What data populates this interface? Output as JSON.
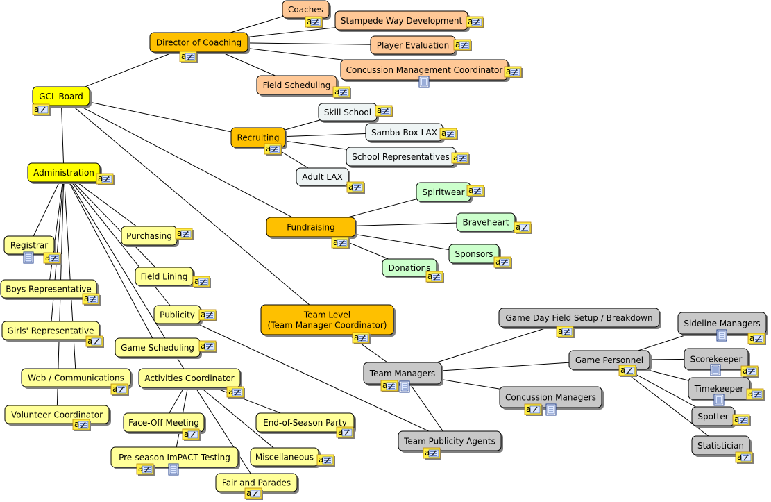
{
  "colors": {
    "line": "#000000",
    "shadow": "#7f7f7f",
    "gold": "#fec000",
    "yellow": "#ffff00",
    "light_yellow": "#ffff99",
    "orange": "#ffc896",
    "pale_blue": "#eef4f4",
    "light_green": "#ccffcc",
    "gray": "#c8c8c8",
    "note_yellow": "#ffee44",
    "note_blue": "#dde8ff"
  },
  "nodes": [
    {
      "id": "gcl_board",
      "label": "GCL Board",
      "color": "yellow",
      "icons": [
        "note"
      ]
    },
    {
      "id": "director_coaching",
      "label": "Director of Coaching",
      "color": "gold",
      "icons": [
        "note"
      ]
    },
    {
      "id": "coaches",
      "label": "Coaches",
      "color": "orange",
      "icons": [
        "note"
      ]
    },
    {
      "id": "stampede",
      "label": "Stampede Way Development",
      "color": "orange",
      "icons": [
        "note"
      ]
    },
    {
      "id": "player_eval",
      "label": "Player Evaluation",
      "color": "orange",
      "icons": [
        "note"
      ]
    },
    {
      "id": "concussion_coord",
      "label": "Concussion Management Coordinator",
      "color": "orange",
      "icons": [
        "note",
        "doc"
      ]
    },
    {
      "id": "field_sched",
      "label": "Field Scheduling",
      "color": "orange",
      "icons": [
        "note"
      ]
    },
    {
      "id": "recruiting",
      "label": "Recruiting",
      "color": "gold",
      "icons": [
        "note"
      ]
    },
    {
      "id": "skill_school",
      "label": "Skill School",
      "color": "pale_blue",
      "icons": [
        "note"
      ]
    },
    {
      "id": "samba",
      "label": "Samba Box LAX",
      "color": "pale_blue",
      "icons": [
        "note"
      ]
    },
    {
      "id": "school_reps",
      "label": "School Representatives",
      "color": "pale_blue",
      "icons": [
        "note"
      ]
    },
    {
      "id": "adult_lax",
      "label": "Adult LAX",
      "color": "pale_blue",
      "icons": [
        "note"
      ]
    },
    {
      "id": "administration",
      "label": "Administration",
      "color": "yellow",
      "icons": [
        "note"
      ]
    },
    {
      "id": "registrar",
      "label": "Registrar",
      "color": "light_yellow",
      "icons": [
        "doc",
        "note"
      ]
    },
    {
      "id": "boys_rep",
      "label": "Boys Representative",
      "color": "light_yellow",
      "icons": [
        "note"
      ]
    },
    {
      "id": "girls_rep",
      "label": "Girls' Representative",
      "color": "light_yellow",
      "icons": [
        "note"
      ]
    },
    {
      "id": "web_comm",
      "label": "Web / Communications",
      "color": "light_yellow",
      "icons": [
        "note"
      ]
    },
    {
      "id": "volunteer",
      "label": "Volunteer Coordinator",
      "color": "light_yellow",
      "icons": [
        "note"
      ]
    },
    {
      "id": "purchasing",
      "label": "Purchasing",
      "color": "light_yellow",
      "icons": [
        "note"
      ]
    },
    {
      "id": "field_lining",
      "label": "Field Lining",
      "color": "light_yellow",
      "icons": [
        "note"
      ]
    },
    {
      "id": "publicity",
      "label": "Publicity",
      "color": "light_yellow",
      "icons": [
        "note"
      ]
    },
    {
      "id": "game_sched",
      "label": "Game Scheduling",
      "color": "light_yellow",
      "icons": [
        "note"
      ]
    },
    {
      "id": "activities",
      "label": "Activities Coordinator",
      "color": "light_yellow",
      "icons": [
        "note"
      ]
    },
    {
      "id": "faceoff",
      "label": "Face-Off Meeting",
      "color": "light_yellow",
      "icons": [
        "note"
      ]
    },
    {
      "id": "preseason",
      "label": "Pre-season ImPACT Testing",
      "color": "light_yellow",
      "icons": [
        "note",
        "doc"
      ]
    },
    {
      "id": "fair",
      "label": "Fair and Parades",
      "color": "light_yellow",
      "icons": [
        "note"
      ]
    },
    {
      "id": "end_season",
      "label": "End-of-Season Party",
      "color": "light_yellow",
      "icons": [
        "note"
      ]
    },
    {
      "id": "misc",
      "label": "Miscellaneous",
      "color": "light_yellow",
      "icons": [
        "note"
      ]
    },
    {
      "id": "fundraising",
      "label": "Fundraising",
      "color": "gold",
      "icons": [
        "note"
      ]
    },
    {
      "id": "spiritwear",
      "label": "Spiritwear",
      "color": "light_green",
      "icons": [
        "note"
      ]
    },
    {
      "id": "braveheart",
      "label": "Braveheart",
      "color": "light_green",
      "icons": [
        "note"
      ]
    },
    {
      "id": "sponsors",
      "label": "Sponsors",
      "color": "light_green",
      "icons": [
        "note"
      ]
    },
    {
      "id": "donations",
      "label": "Donations",
      "color": "light_green",
      "icons": [
        "note"
      ]
    },
    {
      "id": "team_level",
      "label": "Team Level",
      "label2": "(Team Manager Coordinator)",
      "color": "gold",
      "icons": [
        "note"
      ]
    },
    {
      "id": "team_managers",
      "label": "Team Managers",
      "color": "gray",
      "icons": [
        "note",
        "doc"
      ]
    },
    {
      "id": "game_day",
      "label": "Game Day Field Setup / Breakdown",
      "color": "gray",
      "icons": [
        "note"
      ]
    },
    {
      "id": "game_personnel",
      "label": "Game Personnel",
      "color": "gray",
      "icons": [
        "note"
      ]
    },
    {
      "id": "concussion_mgrs",
      "label": "Concussion Managers",
      "color": "gray",
      "icons": [
        "note",
        "doc"
      ]
    },
    {
      "id": "team_publicity",
      "label": "Team Publicity Agents",
      "color": "gray",
      "icons": [
        "note"
      ]
    },
    {
      "id": "sideline",
      "label": "Sideline Managers",
      "color": "gray",
      "icons": [
        "doc",
        "note"
      ]
    },
    {
      "id": "scorekeeper",
      "label": "Scorekeeper",
      "color": "gray",
      "icons": [
        "doc",
        "note"
      ]
    },
    {
      "id": "timekeeper",
      "label": "Timekeeper",
      "color": "gray",
      "icons": [
        "doc",
        "note"
      ]
    },
    {
      "id": "spotter",
      "label": "Spotter",
      "color": "gray",
      "icons": [
        "note"
      ]
    },
    {
      "id": "statistician",
      "label": "Statistician",
      "color": "gray",
      "icons": [
        "note"
      ]
    }
  ],
  "edges": [
    [
      "gcl_board",
      "director_coaching"
    ],
    [
      "gcl_board",
      "administration"
    ],
    [
      "gcl_board",
      "recruiting"
    ],
    [
      "gcl_board",
      "fundraising"
    ],
    [
      "gcl_board",
      "team_level"
    ],
    [
      "director_coaching",
      "coaches"
    ],
    [
      "director_coaching",
      "stampede"
    ],
    [
      "director_coaching",
      "player_eval"
    ],
    [
      "director_coaching",
      "concussion_coord"
    ],
    [
      "director_coaching",
      "field_sched"
    ],
    [
      "recruiting",
      "skill_school"
    ],
    [
      "recruiting",
      "samba"
    ],
    [
      "recruiting",
      "school_reps"
    ],
    [
      "recruiting",
      "adult_lax"
    ],
    [
      "administration",
      "registrar"
    ],
    [
      "administration",
      "boys_rep"
    ],
    [
      "administration",
      "girls_rep"
    ],
    [
      "administration",
      "web_comm"
    ],
    [
      "administration",
      "volunteer"
    ],
    [
      "administration",
      "purchasing"
    ],
    [
      "administration",
      "field_lining"
    ],
    [
      "administration",
      "publicity"
    ],
    [
      "administration",
      "game_sched"
    ],
    [
      "administration",
      "activities"
    ],
    [
      "activities",
      "faceoff"
    ],
    [
      "activities",
      "preseason"
    ],
    [
      "activities",
      "fair"
    ],
    [
      "activities",
      "end_season"
    ],
    [
      "activities",
      "misc"
    ],
    [
      "publicity",
      "team_publicity"
    ],
    [
      "fundraising",
      "spiritwear"
    ],
    [
      "fundraising",
      "braveheart"
    ],
    [
      "fundraising",
      "sponsors"
    ],
    [
      "fundraising",
      "donations"
    ],
    [
      "team_level",
      "team_managers"
    ],
    [
      "team_managers",
      "game_day"
    ],
    [
      "team_managers",
      "game_personnel"
    ],
    [
      "team_managers",
      "concussion_mgrs"
    ],
    [
      "team_managers",
      "team_publicity"
    ],
    [
      "game_personnel",
      "sideline"
    ],
    [
      "game_personnel",
      "scorekeeper"
    ],
    [
      "game_personnel",
      "timekeeper"
    ],
    [
      "game_personnel",
      "spotter"
    ],
    [
      "game_personnel",
      "statistician"
    ]
  ]
}
